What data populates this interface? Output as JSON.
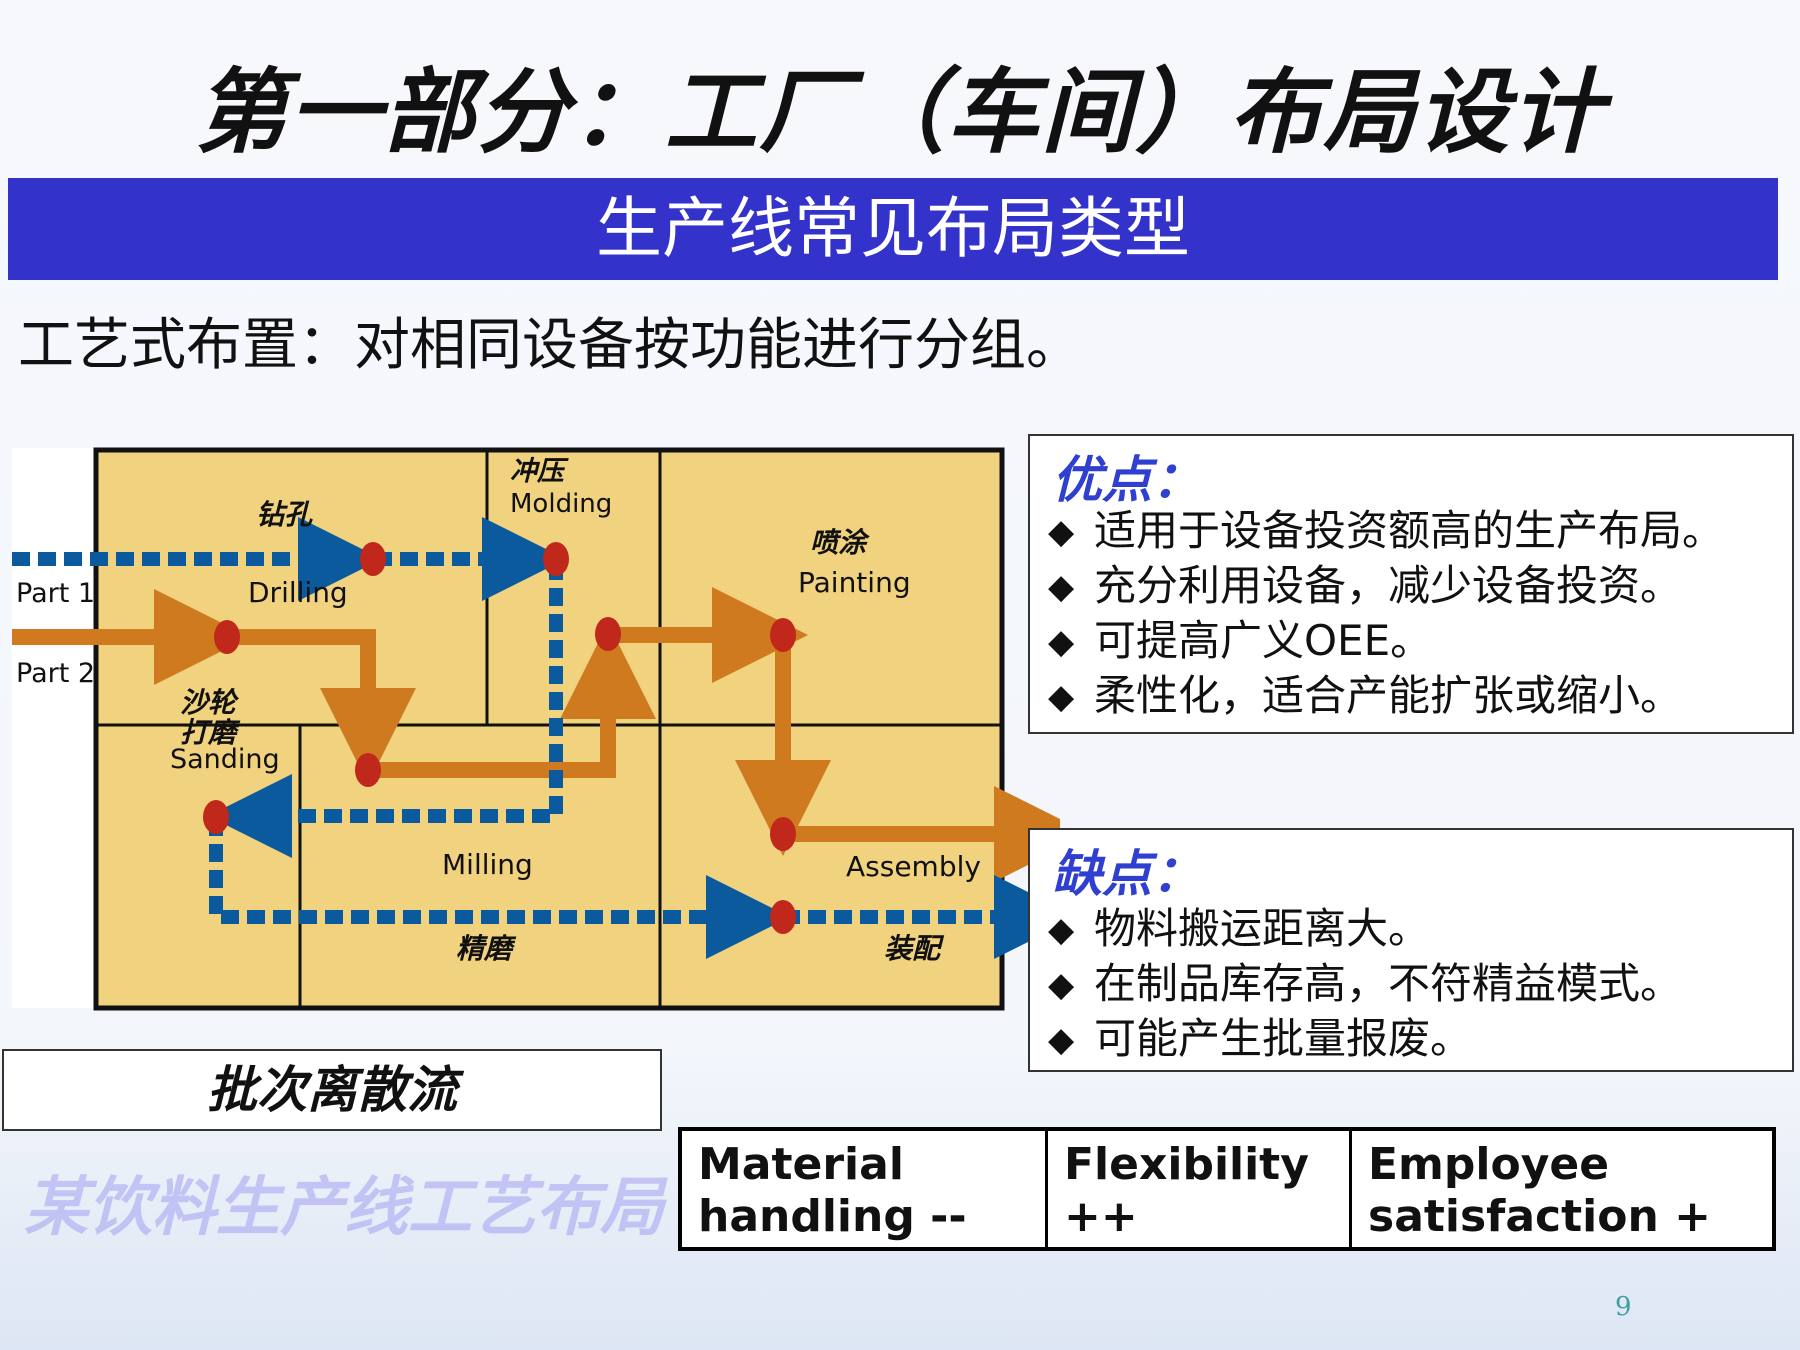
{
  "title": "第一部分：工厂（车间）布局设计",
  "banner": "生产线常见布局类型",
  "subtitle": "工艺式布置：对相同设备按功能进行分组。",
  "diagram": {
    "part1": "Part 1",
    "part2": "Part 2",
    "areas": {
      "drilling_cn": "钻孔",
      "drilling_en": "Drilling",
      "stamping_cn": "冲压",
      "stamping_en": "Molding",
      "painting_cn": "喷涂",
      "painting_en": "Painting",
      "sanding_cn1": "沙轮",
      "sanding_cn2": "打磨",
      "sanding_en": "Sanding",
      "milling_en": "Milling",
      "milling_cn": "精磨",
      "assembly_en": "Assembly",
      "assembly_cn": "装配"
    },
    "colors": {
      "floor": "#f0d27f",
      "part1_flow": "#0b5a9e",
      "part2_flow": "#d07a1f",
      "station": "#c0281c"
    }
  },
  "pros": {
    "title": "优点：",
    "items": [
      "适用于设备投资额高的生产布局。",
      "充分利用设备，减少设备投资。",
      "可提高广义OEE。",
      "柔性化，适合产能扩张或缩小。"
    ]
  },
  "cons": {
    "title": "缺点：",
    "items": [
      "物料搬运距离大。",
      "在制品库存高，不符精益模式。",
      "可能产生批量报废。"
    ]
  },
  "bullet": "◆",
  "batch_label": "批次离散流",
  "watermark": "某饮料生产线工艺布局",
  "metrics": [
    {
      "line1": "Material",
      "line2": "handling --"
    },
    {
      "line1": "Flexibility",
      "line2": "++"
    },
    {
      "line1": "Employee",
      "line2": "satisfaction +"
    }
  ],
  "page_number": "9"
}
